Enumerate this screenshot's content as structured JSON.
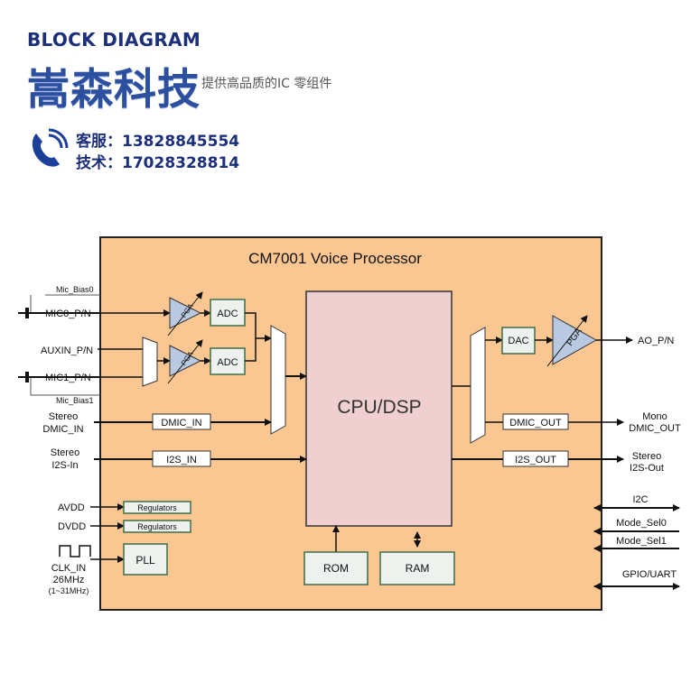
{
  "header": {
    "title": "BLOCK DIAGRAM",
    "brand": "嵩森科技",
    "tagline": "提供高品质的IC 零组件",
    "service_line": "客服：13828845554",
    "tech_line": "技术：17028328814"
  },
  "diagram": {
    "title": "CM7001 Voice Processor",
    "cpu": "CPU/DSP",
    "rom": "ROM",
    "ram": "RAM",
    "pll": "PLL",
    "adc1": "ADC",
    "adc2": "ADC",
    "dac": "DAC",
    "pga_in1": "PGA",
    "pga_in2": "PGA",
    "pga_out": "PGA",
    "dmic_in": "DMIC_IN",
    "i2s_in": "I2S_IN",
    "dmic_out": "DMIC_OUT",
    "i2s_out": "I2S_OUT",
    "reg1": "Regulators",
    "reg2": "Regulators",
    "mic_bias0": "Mic_Bias0",
    "mic0": "MIC0_P/N",
    "auxin": "AUXIN_P/N",
    "mic1": "MIC1_P/N",
    "mic_bias1": "Mic_Bias1",
    "stereo_dmic_in_1": "Stereo",
    "stereo_dmic_in_2": "DMIC_IN",
    "stereo_i2s_in_1": "Stereo",
    "stereo_i2s_in_2": "I2S-In",
    "avdd": "AVDD",
    "dvdd": "DVDD",
    "clk_in": "CLK_IN",
    "clk_freq": "26MHz",
    "clk_range": "(1~31MHz)",
    "ao": "AO_P/N",
    "mono_1": "Mono",
    "mono_2": "DMIC_OUT",
    "stereo_out_1": "Stereo",
    "stereo_out_2": "I2S-Out",
    "i2c": "I2C",
    "mode_sel0": "Mode_Sel0",
    "mode_sel1": "Mode_Sel1",
    "gpio": "GPIO/UART"
  },
  "colors": {
    "chip_fill": "#fac792",
    "cpu_fill": "#efcfcf",
    "block_fill": "#eef2ee",
    "block_border": "#3d6e4a",
    "pga_fill": "#b9c9e2",
    "brand": "#2c4fa0"
  }
}
